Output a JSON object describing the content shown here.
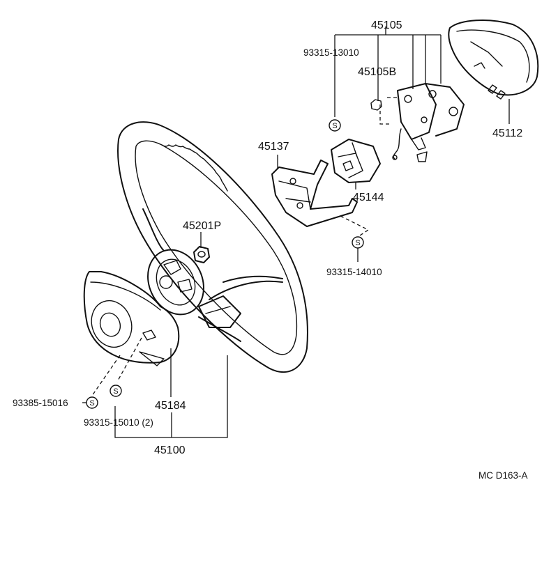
{
  "diagram": {
    "code": "MC  D163-A",
    "symbol": "S",
    "labels": {
      "p45105": "45105",
      "p93315_13010": "93315-13010",
      "p45105B": "45105B",
      "p45112": "45112",
      "p45137": "45137",
      "p45144": "45144",
      "p45201P": "45201P",
      "p93315_14010": "93315-14010",
      "p93385_15016": "93385-15016",
      "p45184": "45184",
      "p93315_15010": "93315-15010 (2)",
      "p45100": "45100"
    }
  }
}
